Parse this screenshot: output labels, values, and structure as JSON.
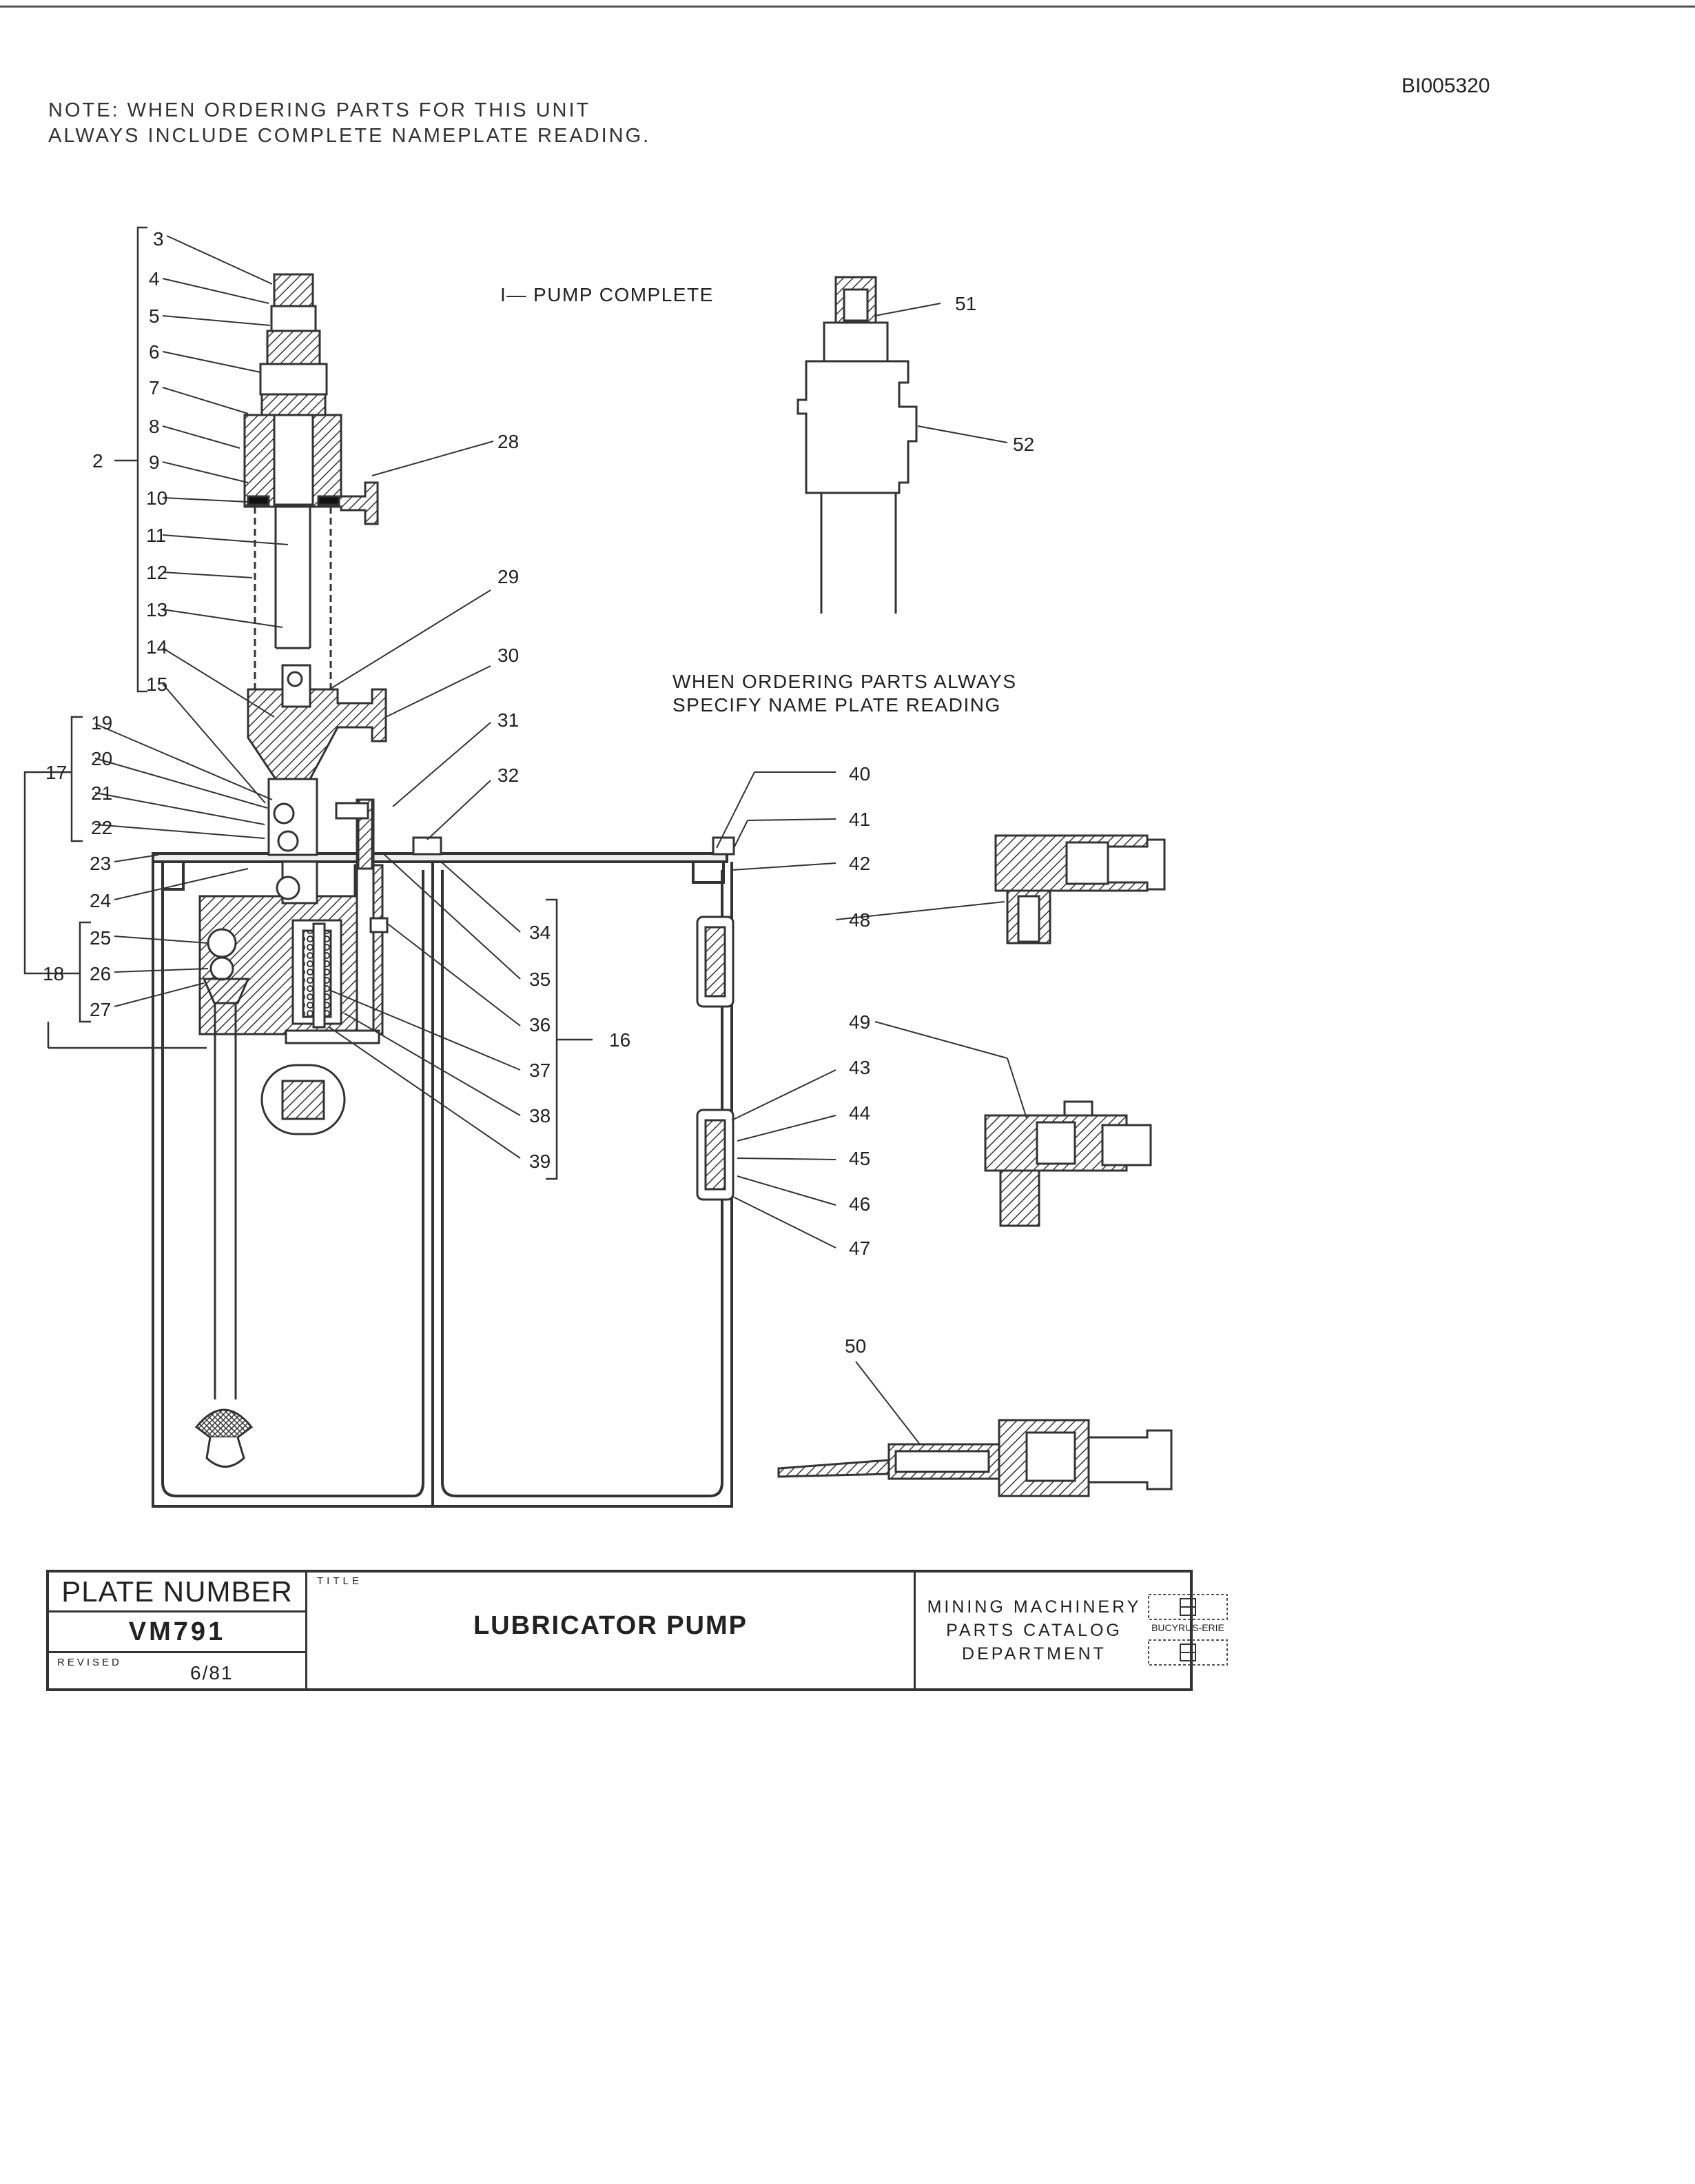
{
  "document_id": "BI005320",
  "note": {
    "line1": "NOTE:  WHEN ORDERING PARTS FOR THIS UNIT",
    "line2": "ALWAYS INCLUDE COMPLETE NAMEPLATE READING."
  },
  "diagram": {
    "pump_complete": "I— PUMP COMPLETE",
    "ordering_note_line1": "WHEN ORDERING PARTS ALWAYS",
    "ordering_note_line2": "SPECIFY NAME PLATE READING",
    "callouts": {
      "c2": "2",
      "c3": "3",
      "c4": "4",
      "c5": "5",
      "c6": "6",
      "c7": "7",
      "c8": "8",
      "c9": "9",
      "c10": "10",
      "c11": "11",
      "c12": "12",
      "c13": "13",
      "c14": "14",
      "c15": "15",
      "c16": "16",
      "c17": "17",
      "c18": "18",
      "c19": "19",
      "c20": "20",
      "c21": "21",
      "c22": "22",
      "c23": "23",
      "c24": "24",
      "c25": "25",
      "c26": "26",
      "c27": "27",
      "c28": "28",
      "c29": "29",
      "c30": "30",
      "c31": "31",
      "c32": "32",
      "c34": "34",
      "c35": "35",
      "c36": "36",
      "c37": "37",
      "c38": "38",
      "c39": "39",
      "c40": "40",
      "c41": "41",
      "c42": "42",
      "c43": "43",
      "c44": "44",
      "c45": "45",
      "c46": "46",
      "c47": "47",
      "c48": "48",
      "c49": "49",
      "c50": "50",
      "c51": "51",
      "c52": "52"
    }
  },
  "title_block": {
    "plate_number_label": "PLATE NUMBER",
    "plate_number": "VM791",
    "revised_label": "REVISED",
    "revised_date": "6/81",
    "title_label": "TITLE",
    "title": "LUBRICATOR PUMP",
    "department_line1": "MINING MACHINERY",
    "department_line2": "PARTS CATALOG",
    "department_line3": "DEPARTMENT",
    "logo_text": "BUCYRUS-ERIE"
  }
}
